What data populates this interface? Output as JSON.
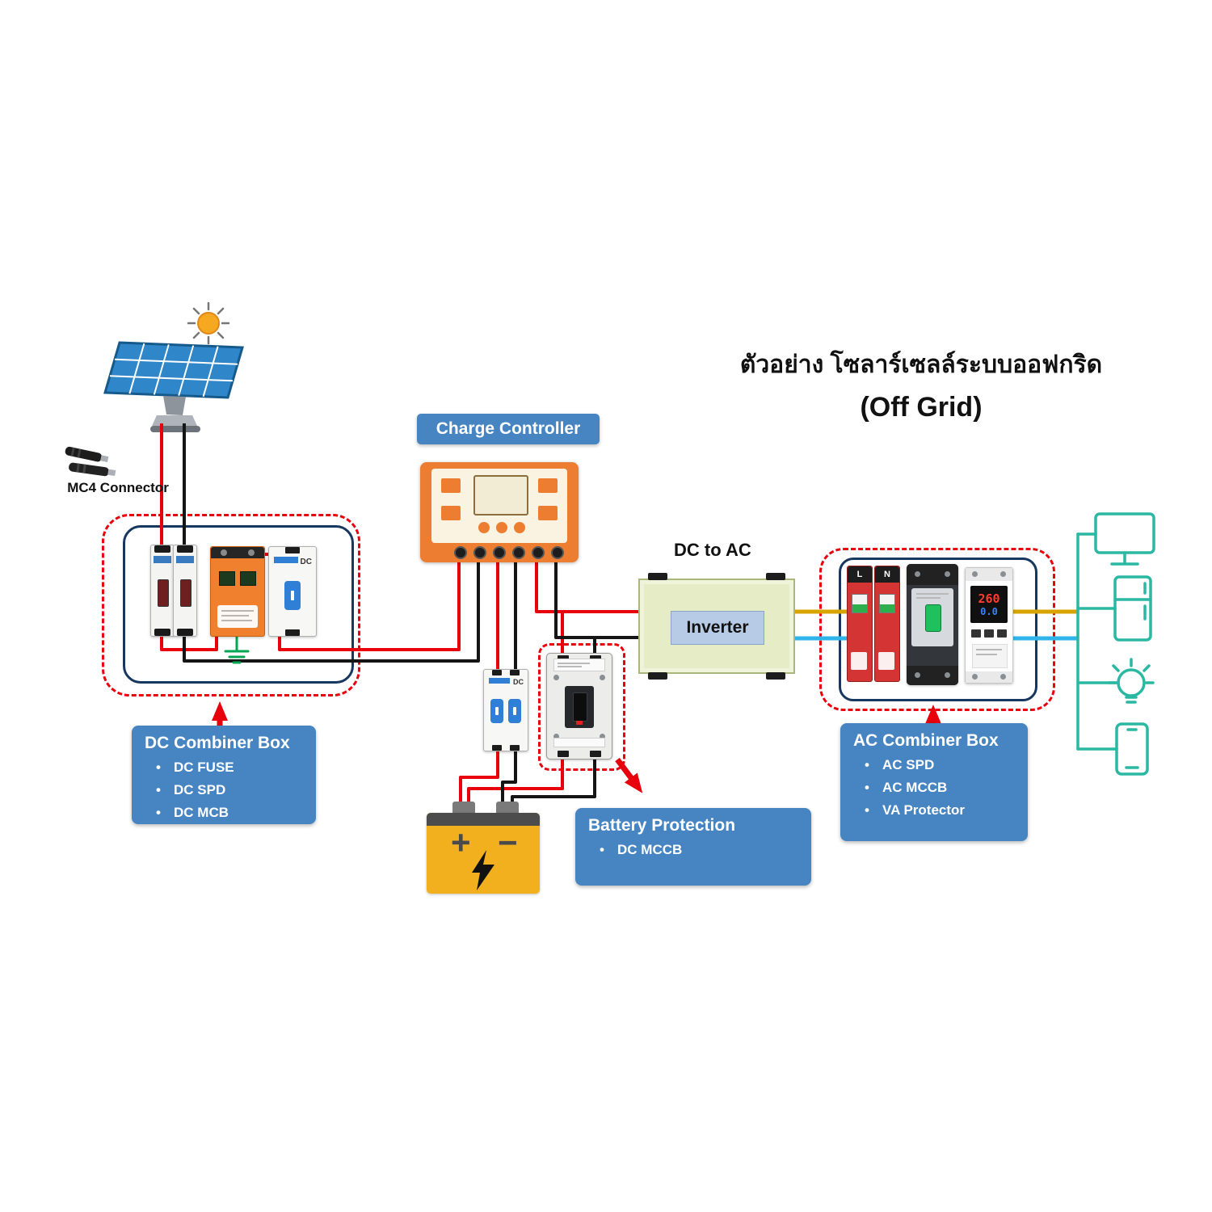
{
  "title": {
    "thai": "ตัวอย่าง โซลาร์เซลล์ระบบออฟกริด",
    "en": "(Off Grid)"
  },
  "annotations": {
    "mc4_connector": "MC4 Connector",
    "charge_controller": "Charge Controller",
    "dc_to_ac": "DC to AC",
    "inverter": "Inverter"
  },
  "boxes": {
    "dc_combiner": {
      "title": "DC Combiner Box",
      "items": [
        "DC FUSE",
        "DC SPD",
        "DC MCB"
      ]
    },
    "battery_protection": {
      "title": "Battery Protection",
      "items": [
        "DC MCCB"
      ]
    },
    "ac_combiner": {
      "title": "AC Combiner Box",
      "items": [
        "AC SPD",
        "AC MCCB",
        "VA Protector"
      ]
    }
  },
  "devices": {
    "dc_mcb_marking": "DC",
    "battery_breaker_marking": "DC",
    "ac_spd_left_marking": "L",
    "ac_spd_right_marking": "N",
    "va_protector_display_top": "260",
    "va_protector_display_bottom": "0.0",
    "battery_plus": "+",
    "battery_minus": "−"
  },
  "colors": {
    "label_box_blue": "#4785c2",
    "dashed_outline_red": "#e8000d",
    "wire_red": "#e8000d",
    "wire_black": "#151515",
    "wire_ac_line_orange": "#d8a400",
    "wire_ac_neutral_blue": "#2fb4e9",
    "load_teal": "#2bb8a3",
    "ground_green": "#00a651",
    "inverter_green": "#e6edc6",
    "battery_yellow": "#f2b01e",
    "device_orange": "#ed7d31"
  }
}
